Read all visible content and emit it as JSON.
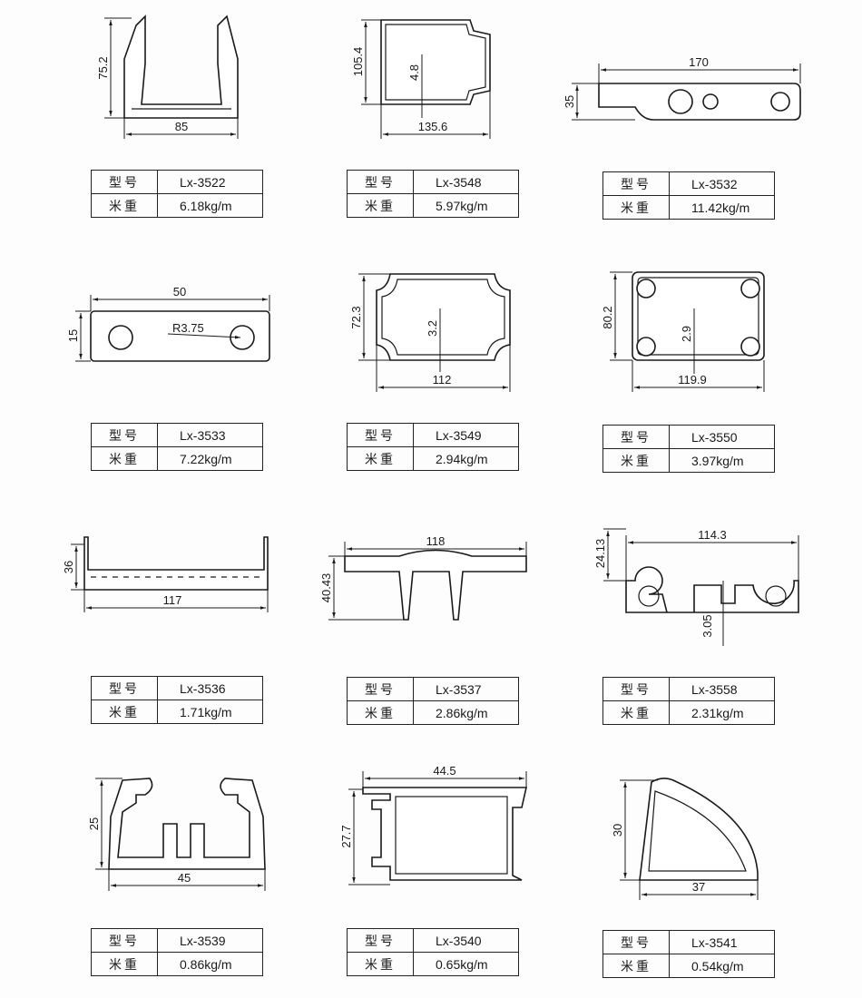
{
  "labels": {
    "model": "型号",
    "weight": "米重"
  },
  "profiles": [
    {
      "model": "Lx-3522",
      "weight": "6.18kg/m",
      "dims": [
        "75.2",
        "85"
      ]
    },
    {
      "model": "Lx-3548",
      "weight": "5.97kg/m",
      "dims": [
        "105.4",
        "135.6",
        "4.8"
      ]
    },
    {
      "model": "Lx-3532",
      "weight": "11.42kg/m",
      "dims": [
        "170",
        "35"
      ]
    },
    {
      "model": "Lx-3533",
      "weight": "7.22kg/m",
      "dims": [
        "50",
        "15",
        "R3.75"
      ]
    },
    {
      "model": "Lx-3549",
      "weight": "2.94kg/m",
      "dims": [
        "72.3",
        "112",
        "3.2"
      ]
    },
    {
      "model": "Lx-3550",
      "weight": "3.97kg/m",
      "dims": [
        "80.2",
        "119.9",
        "2.9"
      ]
    },
    {
      "model": "Lx-3536",
      "weight": "1.71kg/m",
      "dims": [
        "36",
        "117"
      ]
    },
    {
      "model": "Lx-3537",
      "weight": "2.86kg/m",
      "dims": [
        "118",
        "40.43"
      ]
    },
    {
      "model": "Lx-3558",
      "weight": "2.31kg/m",
      "dims": [
        "24.13",
        "114.3",
        "3.05"
      ]
    },
    {
      "model": "Lx-3539",
      "weight": "0.86kg/m",
      "dims": [
        "25",
        "45"
      ]
    },
    {
      "model": "Lx-3540",
      "weight": "0.65kg/m",
      "dims": [
        "44.5",
        "27.7"
      ]
    },
    {
      "model": "Lx-3541",
      "weight": "0.54kg/m",
      "dims": [
        "30",
        "37"
      ]
    }
  ]
}
